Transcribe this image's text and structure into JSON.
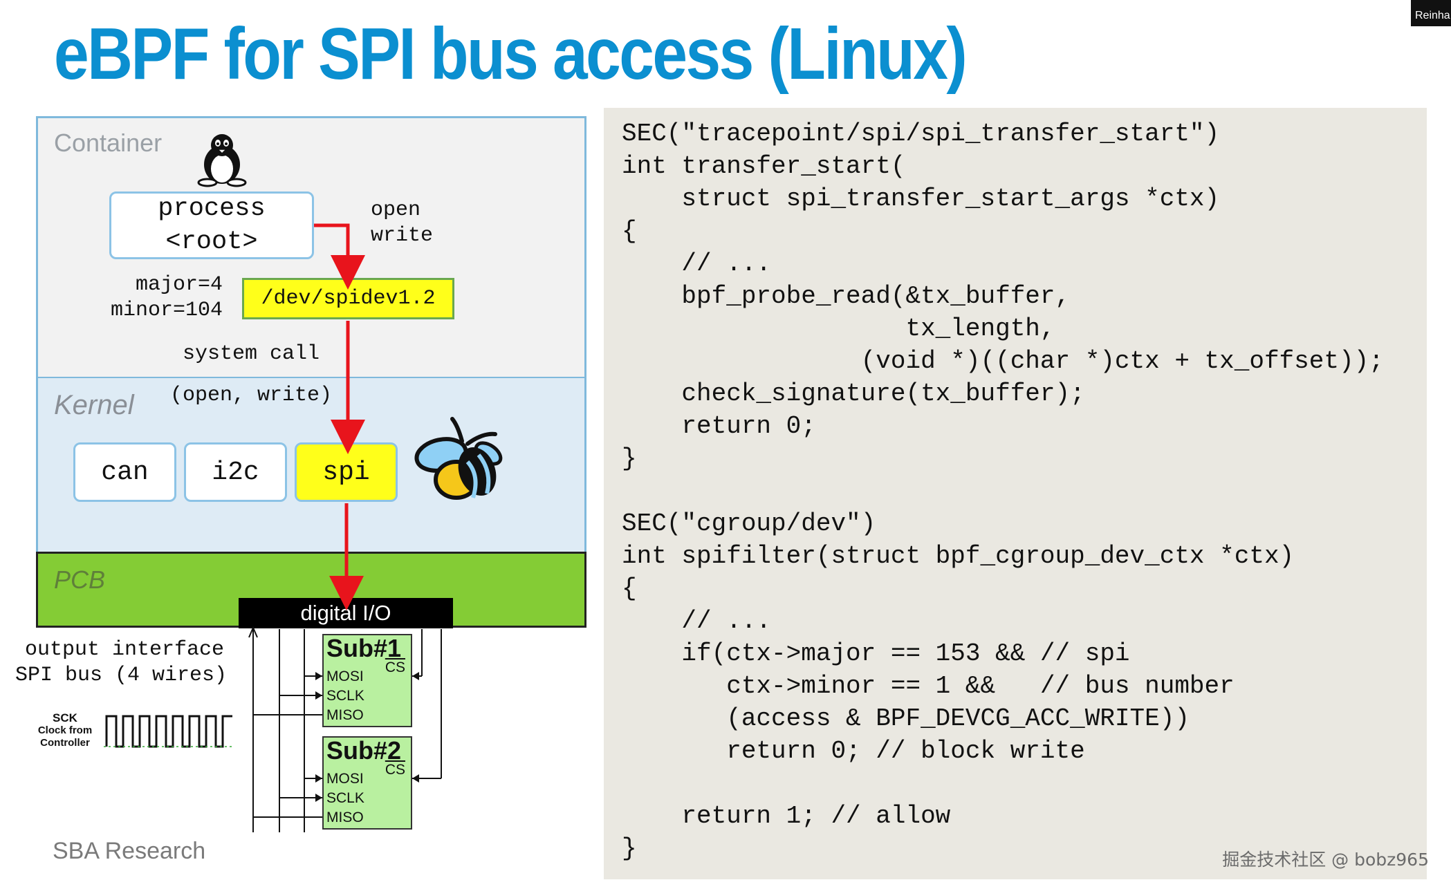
{
  "title": "eBPF for SPI bus access (Linux)",
  "speaker_tag": "Reinha",
  "diagram": {
    "container_label": "Container",
    "kernel_label": "Kernel",
    "pcb_label": "PCB",
    "process_line1": "process",
    "process_line2": "<root>",
    "open_write": "open\nwrite",
    "major_minor": "major=4\nminor=104",
    "device": "/dev/spidev1.2",
    "system_call": "system call",
    "open_write_call": "(open, write)",
    "bus_can": "can",
    "bus_i2c": "i2c",
    "bus_spi": "spi",
    "digital_io": "digital I/O",
    "output_interface": "output interface\nSPI bus (4 wires)",
    "sck_title": "SCK",
    "sck_caption": "Clock from\nController",
    "sub1": {
      "name": "Sub#1",
      "pins": [
        "MOSI",
        "SCLK",
        "MISO"
      ],
      "cs": "CS"
    },
    "sub2": {
      "name": "Sub#2",
      "pins": [
        "MOSI",
        "SCLK",
        "MISO"
      ],
      "cs": "CS"
    },
    "footer": "SBA Research",
    "colors": {
      "arrow": "#e8141c",
      "title": "#0b8fd0",
      "yellow": "#ffff1a",
      "pcb": "#84cc35"
    }
  },
  "code_lines": [
    "SEC(\"tracepoint/spi/spi_transfer_start\")",
    "int transfer_start(",
    "    struct spi_transfer_start_args *ctx)",
    "{",
    "    // ...",
    "    bpf_probe_read(&tx_buffer,",
    "                   tx_length,",
    "                (void *)((char *)ctx + tx_offset));",
    "    check_signature(tx_buffer);",
    "    return 0;",
    "}",
    "",
    "SEC(\"cgroup/dev\")",
    "int spifilter(struct bpf_cgroup_dev_ctx *ctx)",
    "{",
    "    // ...",
    "    if(ctx->major == 153 && // spi",
    "       ctx->minor == 1 &&   // bus number",
    "       (access & BPF_DEVCG_ACC_WRITE))",
    "       return 0; // block write",
    "",
    "    return 1; // allow",
    "}"
  ],
  "watermark": "掘金技术社区 @ bobz965"
}
